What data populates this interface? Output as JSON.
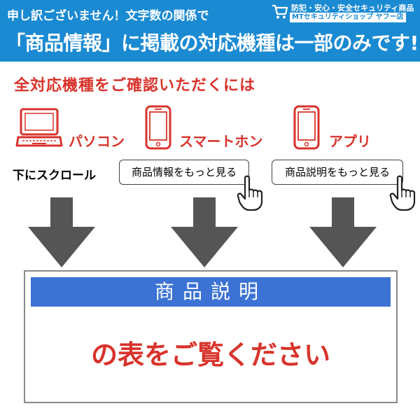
{
  "banner": {
    "line1": "申し訳ございません！文字数の関係で",
    "line2": "「商品情報」に掲載の対応機種は一部のみです!",
    "store_line1": "防犯・安心・安全セキュリティ商品",
    "store_line2": "MTセキュリティショップ ヤフー店",
    "cart_icon": "shopping-cart-icon"
  },
  "subtitle": "全対応機種をご確認いただくには",
  "devices": [
    {
      "label": "パソコン",
      "icon": "laptop-icon"
    },
    {
      "label": "スマートホン",
      "icon": "smartphone-icon"
    },
    {
      "label": "アプリ",
      "icon": "smartphone-icon"
    }
  ],
  "scroll_hint": "下にスクロール",
  "buttons": {
    "product_info": "商品情報をもっと見る",
    "product_description": "商品説明をもっと見る"
  },
  "info_box": {
    "title": "商品説明",
    "message": "の表をご覧ください"
  },
  "colors": {
    "banner_blue": "#1a8ad2",
    "accent_red": "#d8332b",
    "title_bar_blue": "#3b72d4",
    "arrow_gray": "#555555"
  }
}
